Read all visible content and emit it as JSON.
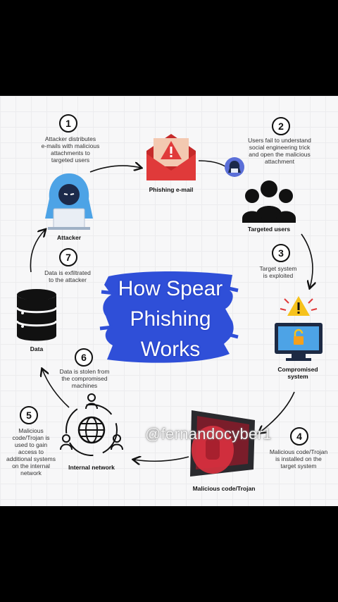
{
  "title_lines": [
    "How Spear",
    "Phishing",
    "Works"
  ],
  "watermark": "@fernandocyber1",
  "steps": [
    {
      "num": "1",
      "text": [
        "Attacker distributes",
        "e-mails with malicious",
        "attachments to",
        "targeted users"
      ]
    },
    {
      "num": "2",
      "text": [
        "Users fail to understand",
        "social engineering trick",
        "and open the malicious",
        "attachment"
      ]
    },
    {
      "num": "3",
      "text": [
        "Target system",
        "is exploited"
      ]
    },
    {
      "num": "4",
      "text": [
        "Malicious code/Trojan",
        "is installed on the",
        "target system"
      ]
    },
    {
      "num": "5",
      "text": [
        "Malicious",
        "code/Trojan is",
        "used to gain",
        "access to",
        "additional systems",
        "on the internal",
        "network"
      ]
    },
    {
      "num": "6",
      "text": [
        "Data is stolen from",
        "the compromised",
        "machines"
      ]
    },
    {
      "num": "7",
      "text": [
        "Data is exfiltrated",
        "to the attacker"
      ]
    }
  ],
  "nodes": {
    "attacker": "Attacker",
    "phishing_email": "Phishing e-mail",
    "targeted_users": "Targeted users",
    "compromised_system": [
      "Compromised",
      "system"
    ],
    "malicious_code": "Malicious code/Trojan",
    "internal_network": "Internal network",
    "data": "Data"
  },
  "colors": {
    "brush_blue": "#2f4fd8",
    "accent_red": "#e03a3a",
    "warning_yellow": "#f6c21c",
    "attacker_blue": "#4da3e6"
  }
}
